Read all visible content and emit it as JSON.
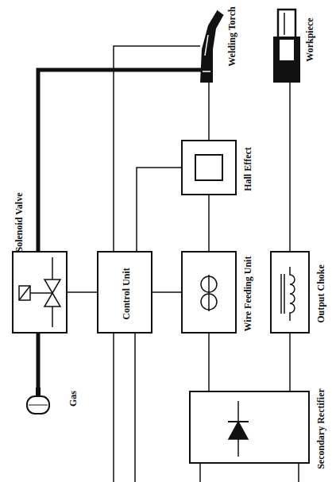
{
  "diagram": {
    "nodes": [
      {
        "text": [
          "Solenoid Valve"
        ]
      },
      {
        "text": [
          "Control Unit"
        ]
      },
      {
        "text": [
          "Hall Effect"
        ]
      },
      {
        "text": [
          "Wire Feeding Unit"
        ]
      },
      {
        "text": [
          "Output Choke"
        ]
      },
      {
        "text": [
          "Secondary Rectifier"
        ]
      }
    ],
    "edges": [
      {
        "from": 0,
        "to": 1,
        "arrow": "none"
      },
      {
        "from": 1,
        "to": 3,
        "arrow": "none"
      },
      {
        "from": 1,
        "to": 2,
        "arrow": "none"
      },
      {
        "from": 2,
        "to": 3,
        "arrow": "none"
      },
      {
        "from": 3,
        "to": 5,
        "arrow": "none"
      },
      {
        "from": 4,
        "to": 5,
        "arrow": "none"
      }
    ],
    "labels": [
      "Welding Torch",
      "Workpiece",
      "Gas"
    ]
  }
}
